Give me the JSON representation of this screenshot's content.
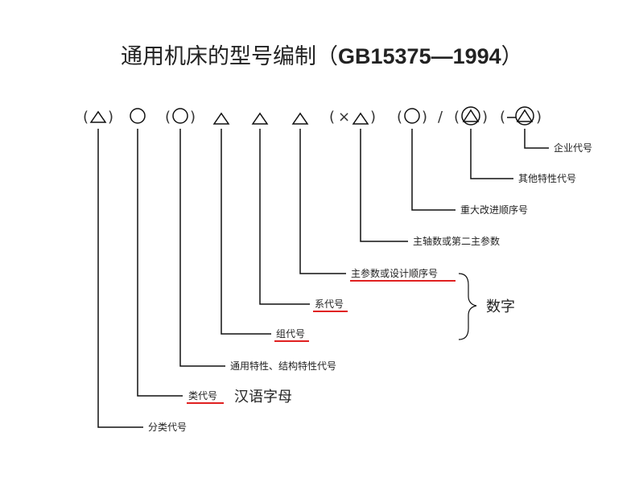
{
  "title": {
    "text_cn": "通用机床的型号编制（",
    "text_code": "GB15375—1994",
    "text_close": "）"
  },
  "symbols": {
    "open_paren": "(",
    "close_paren": ")",
    "times": "×",
    "slash": "/",
    "dash": "—"
  },
  "labels": {
    "enterprise_code": "企业代号",
    "other_feature_code": "其他特性代号",
    "major_improvement_seq": "重大改进顺序号",
    "spindle_or_second_param": "主轴数或第二主参数",
    "main_param_or_design_seq": "主参数或设计顺序号",
    "series_code": "系代号",
    "group_code": "组代号",
    "general_structure_feature_code": "通用特性、结构特性代号",
    "class_code": "类代号",
    "classification_code": "分类代号"
  },
  "annotations": {
    "digits": "数字",
    "pinyin_letters": "汉语字母"
  },
  "colors": {
    "line": "#111111",
    "underline": "#e02020",
    "text": "#222222"
  }
}
